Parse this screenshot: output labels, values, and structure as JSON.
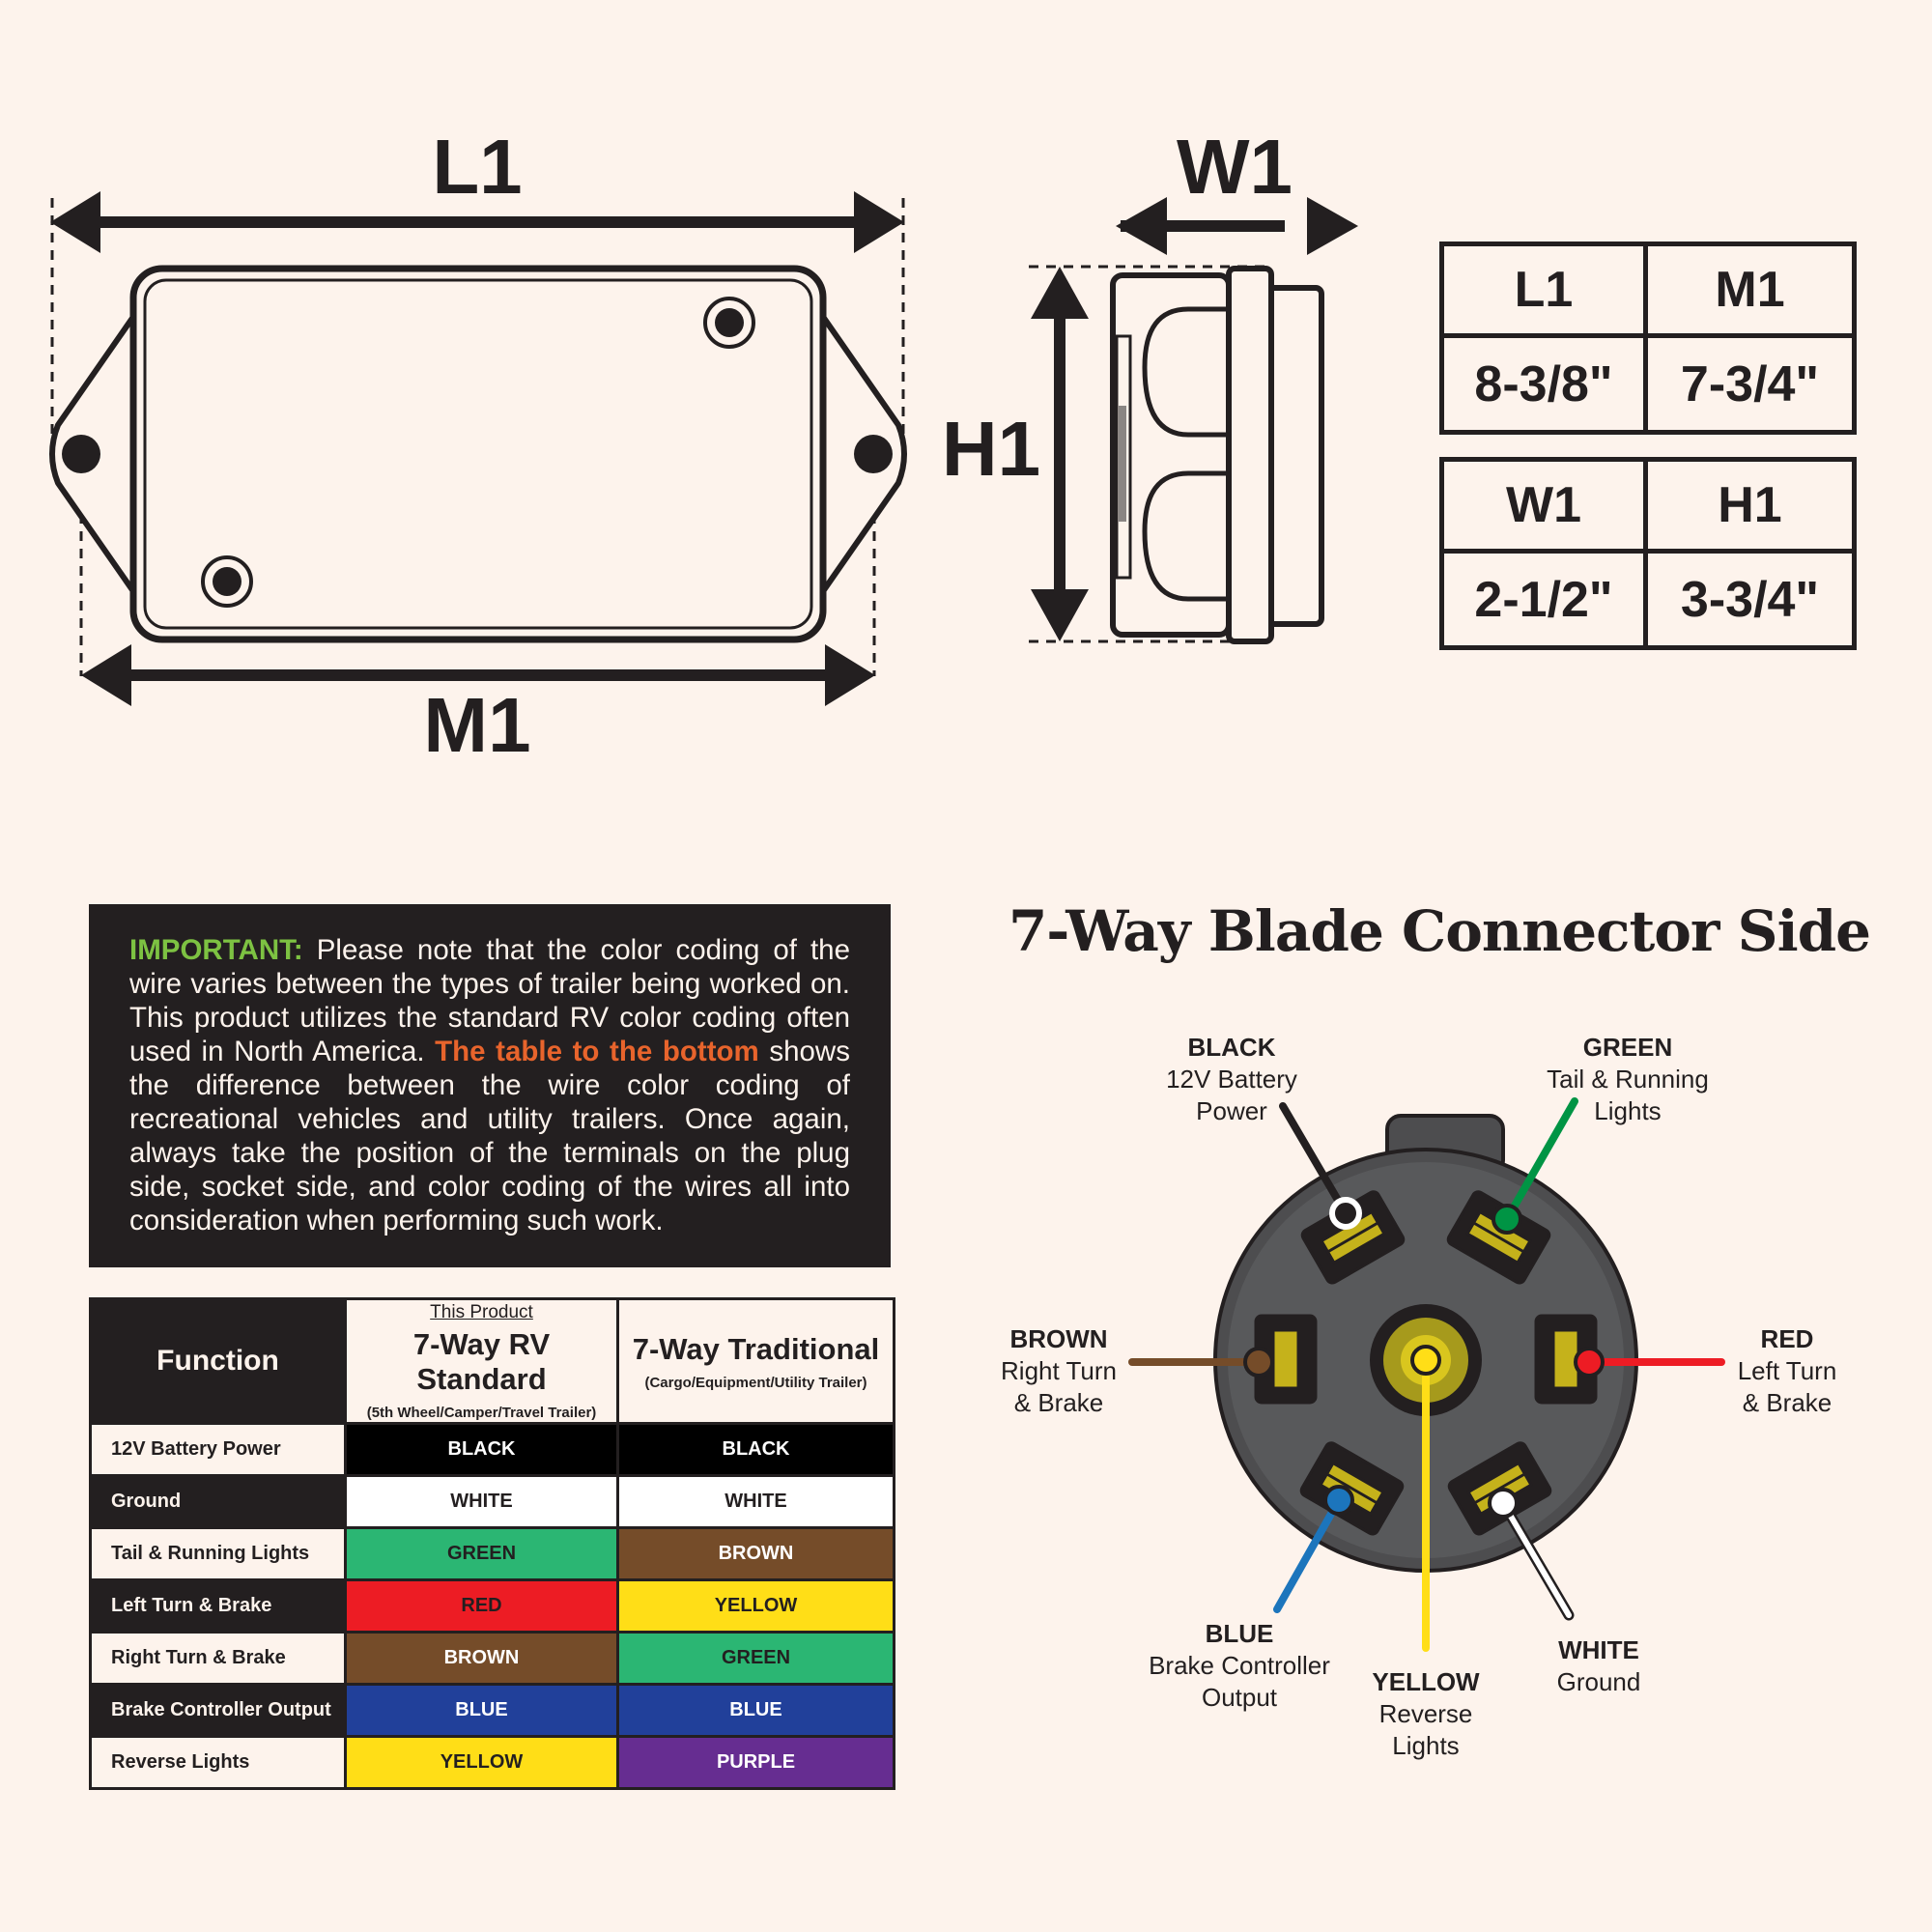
{
  "dimensions_diagram": {
    "length_top_label": "L1",
    "length_bottom_label": "M1",
    "width_label": "W1",
    "height_label": "H1"
  },
  "dimension_tables": [
    {
      "headers": [
        "L1",
        "M1"
      ],
      "values": [
        "8-3/8\"",
        "7-3/4\""
      ]
    },
    {
      "headers": [
        "W1",
        "H1"
      ],
      "values": [
        "2-1/2\"",
        "3-3/4\""
      ]
    }
  ],
  "note": {
    "important_label": "IMPORTANT:",
    "text_1": " Please note that the color coding of the wire varies between the types of trailer being worked on. This product utilizes the standard RV color coding often used in North America. ",
    "highlight": "The table to the bottom",
    "text_2": " shows the difference between the wire color coding of recreational vehicles and utility trailers.  Once again, always take the position of the terminals on the plug side, socket side, and color coding of the wires all into consideration when performing such work."
  },
  "wire_table": {
    "function_header": "Function",
    "col1": {
      "caption": "This Product",
      "title": "7-Way RV Standard",
      "subtitle": "(5th Wheel/Camper/Travel Trailer)"
    },
    "col2": {
      "caption": "",
      "title": "7-Way Traditional",
      "subtitle": "(Cargo/Equipment/Utility Trailer)"
    },
    "rows": [
      {
        "function": "12V Battery Power",
        "rv": "BLACK",
        "rv_bg": "#000000",
        "rv_fg": "#ffffff",
        "trad": "BLACK",
        "trad_bg": "#000000",
        "trad_fg": "#ffffff"
      },
      {
        "function": "Ground",
        "rv": "WHITE",
        "rv_bg": "#ffffff",
        "rv_fg": "#231f20",
        "trad": "WHITE",
        "trad_bg": "#ffffff",
        "trad_fg": "#231f20"
      },
      {
        "function": "Tail & Running Lights",
        "rv": "GREEN",
        "rv_bg": "#2bb673",
        "rv_fg": "#231f20",
        "trad": "BROWN",
        "trad_bg": "#754c29",
        "trad_fg": "#ffffff"
      },
      {
        "function": "Left Turn & Brake",
        "rv": "RED",
        "rv_bg": "#ed1c24",
        "rv_fg": "#231f20",
        "trad": "YELLOW",
        "trad_bg": "#ffde17",
        "trad_fg": "#231f20"
      },
      {
        "function": "Right Turn & Brake",
        "rv": "BROWN",
        "rv_bg": "#754c29",
        "rv_fg": "#ffffff",
        "trad": "GREEN",
        "trad_bg": "#2bb673",
        "trad_fg": "#231f20"
      },
      {
        "function": "Brake Controller Output",
        "rv": "BLUE",
        "rv_bg": "#21409a",
        "rv_fg": "#ffffff",
        "trad": "BLUE",
        "trad_bg": "#21409a",
        "trad_fg": "#ffffff"
      },
      {
        "function": "Reverse Lights",
        "rv": "YELLOW",
        "rv_bg": "#ffde17",
        "rv_fg": "#231f20",
        "trad": "PURPLE",
        "trad_bg": "#662d91",
        "trad_fg": "#ffffff"
      }
    ]
  },
  "connector": {
    "title": "7-Way Blade Connector Side",
    "pins": {
      "black": {
        "color": "BLACK",
        "line1": "12V Battery",
        "line2": "Power"
      },
      "green": {
        "color": "GREEN",
        "line1": "Tail & Running",
        "line2": "Lights"
      },
      "brown": {
        "color": "BROWN",
        "line1": "Right Turn",
        "line2": "& Brake"
      },
      "red": {
        "color": "RED",
        "line1": "Left Turn",
        "line2": "& Brake"
      },
      "blue": {
        "color": "BLUE",
        "line1": "Brake Controller",
        "line2": "Output"
      },
      "yellow": {
        "color": "YELLOW",
        "line1": "Reverse",
        "line2": "Lights"
      },
      "white": {
        "color": "WHITE",
        "line1": "Ground",
        "line2": ""
      }
    },
    "wire_colors": {
      "black": "#231f20",
      "green": "#009444",
      "brown": "#754c29",
      "red": "#ed1c24",
      "blue": "#1c75bc",
      "yellow": "#ffde17",
      "white": "#ffffff"
    }
  },
  "colors": {
    "background": "#fdf3ec",
    "ink": "#231f20",
    "important": "#7dc242",
    "highlight": "#e8642c"
  }
}
